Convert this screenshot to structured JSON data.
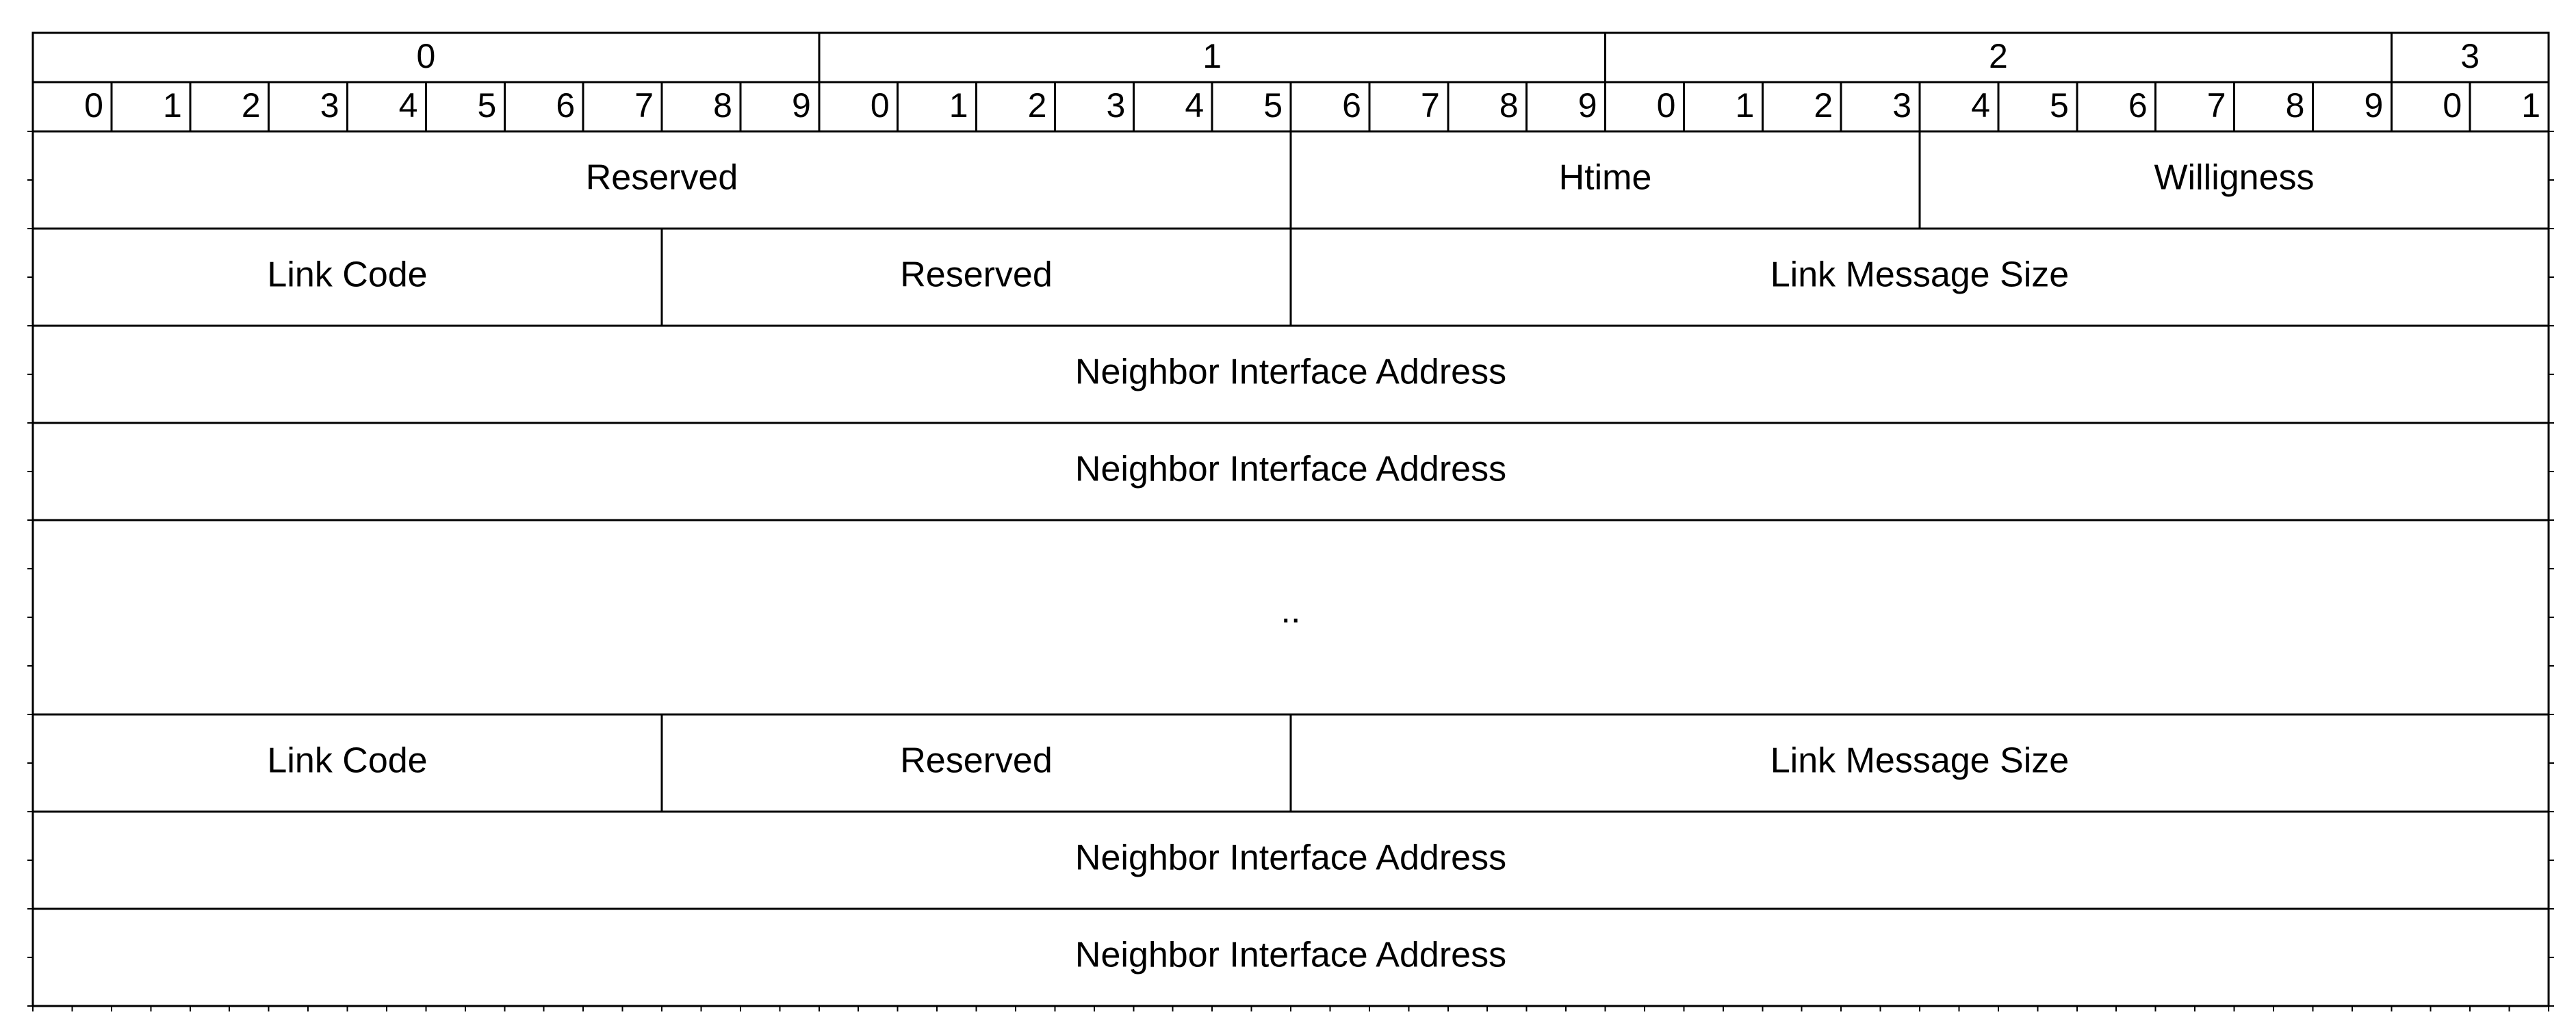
{
  "header": {
    "word_labels": [
      "0",
      "1",
      "2",
      "3"
    ],
    "bit_labels": [
      "0",
      "1",
      "2",
      "3",
      "4",
      "5",
      "6",
      "7",
      "8",
      "9",
      "0",
      "1",
      "2",
      "3",
      "4",
      "5",
      "6",
      "7",
      "8",
      "9",
      "0",
      "1",
      "2",
      "3",
      "4",
      "5",
      "6",
      "7",
      "8",
      "9",
      "0",
      "1"
    ]
  },
  "rows": [
    {
      "fields": [
        {
          "label": "Reserved",
          "bits": 16
        },
        {
          "label": "Htime",
          "bits": 8
        },
        {
          "label": "Willigness",
          "bits": 8
        }
      ]
    },
    {
      "fields": [
        {
          "label": "Link Code",
          "bits": 8
        },
        {
          "label": "Reserved",
          "bits": 8
        },
        {
          "label": "Link Message Size",
          "bits": 16
        }
      ]
    },
    {
      "fields": [
        {
          "label": "Neighbor Interface Address",
          "bits": 32
        }
      ]
    },
    {
      "fields": [
        {
          "label": "Neighbor Interface Address",
          "bits": 32
        }
      ]
    },
    {
      "fields": [
        {
          "label": "..",
          "bits": 32
        }
      ],
      "tall": true
    },
    {
      "fields": [
        {
          "label": "Link Code",
          "bits": 8
        },
        {
          "label": "Reserved",
          "bits": 8
        },
        {
          "label": "Link Message Size",
          "bits": 16
        }
      ]
    },
    {
      "fields": [
        {
          "label": "Neighbor Interface Address",
          "bits": 32
        }
      ]
    },
    {
      "fields": [
        {
          "label": "Neighbor Interface Address",
          "bits": 32
        }
      ]
    }
  ]
}
